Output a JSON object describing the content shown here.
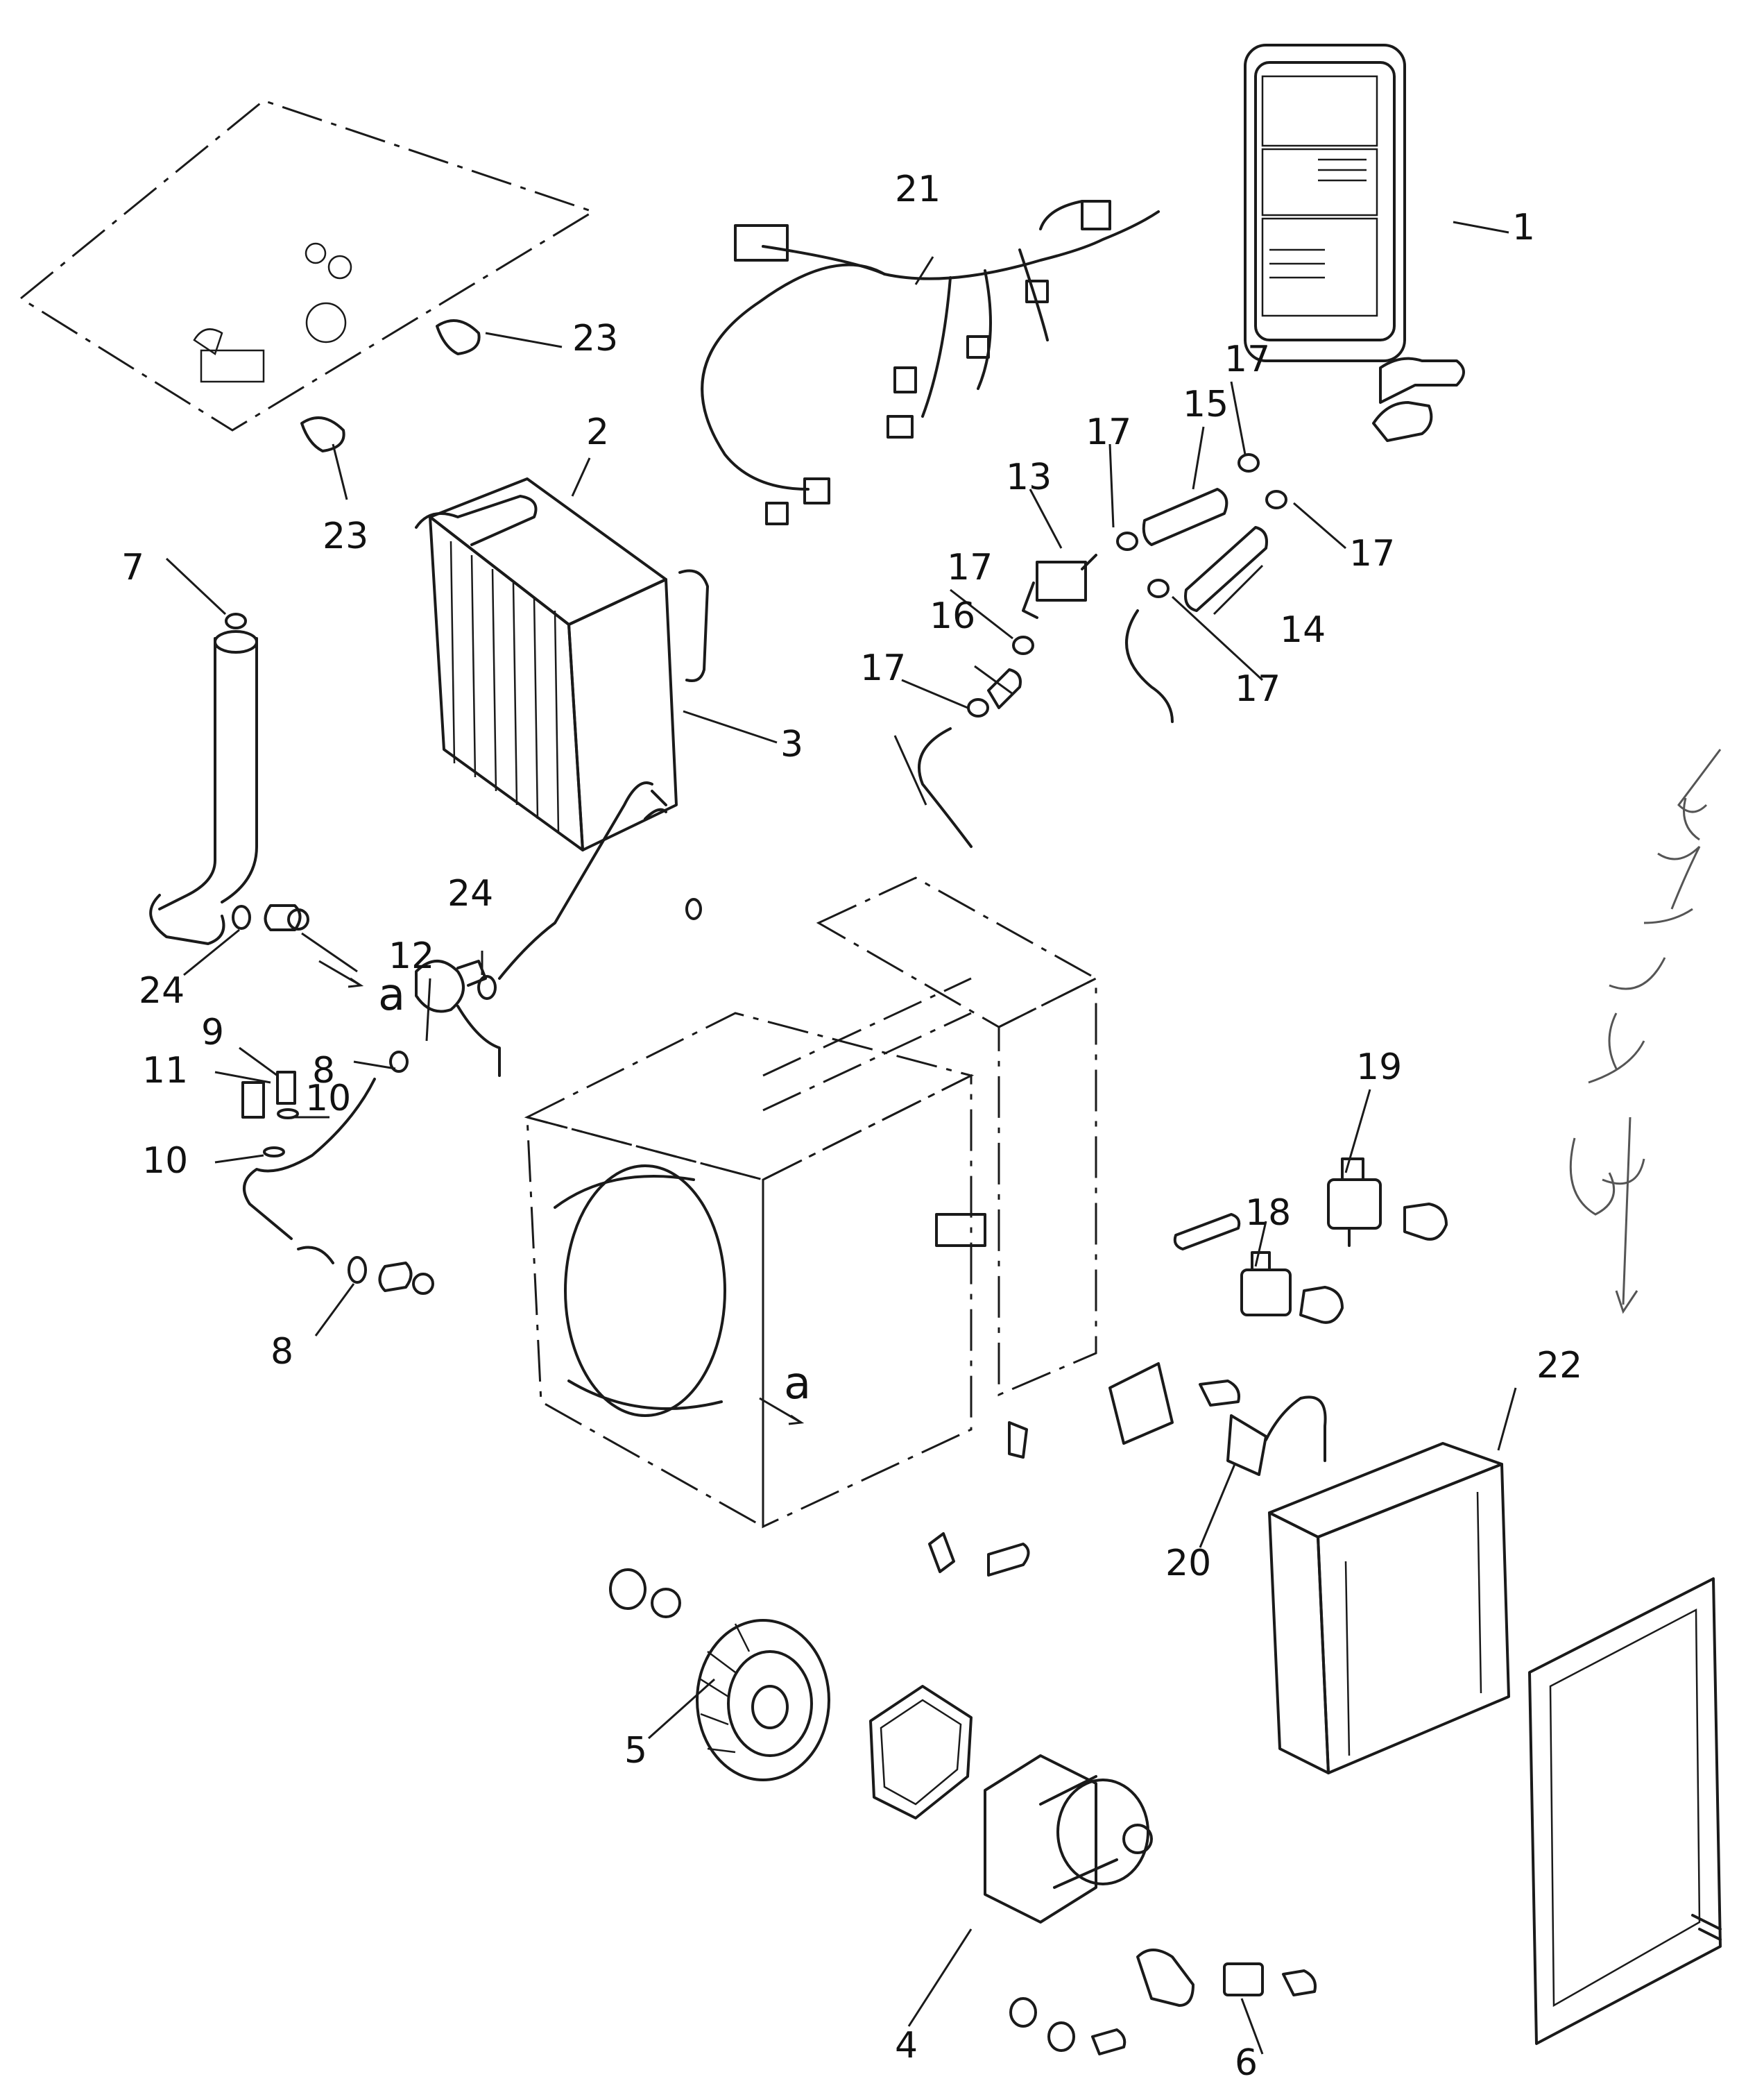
{
  "diagram": {
    "callouts": [
      "1",
      "2",
      "3",
      "4",
      "5",
      "6",
      "7",
      "8",
      "9",
      "10",
      "11",
      "12",
      "13",
      "14",
      "15",
      "16",
      "17",
      "18",
      "19",
      "20",
      "21",
      "22",
      "23",
      "24"
    ],
    "callout_a": "a"
  },
  "colors": {
    "ink": "#1a1a1a",
    "background": "#ffffff",
    "handwriting": "#555555"
  }
}
